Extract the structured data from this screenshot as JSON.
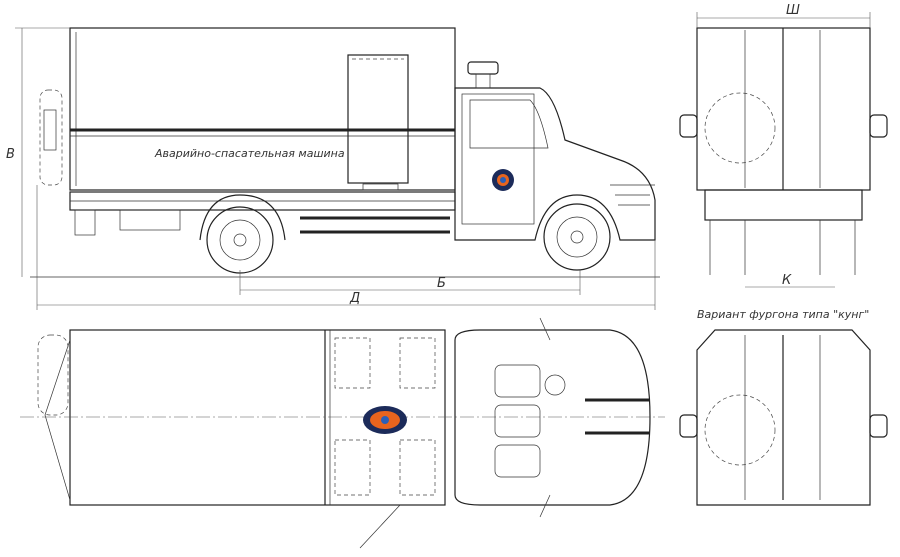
{
  "side_view": {
    "caption": "Аварийно-спасательная машина",
    "dim_height": "В",
    "dim_length": "Д",
    "dim_wheelbase": "Б"
  },
  "rear_view": {
    "dim_width": "Ш",
    "dim_track": "К"
  },
  "kung_view": {
    "caption": "Вариант фургона типа \"кунг\""
  },
  "colors": {
    "emblem_orange": "#e8641e",
    "emblem_blue": "#2b5fb8",
    "emblem_navy": "#1c2b5a"
  }
}
